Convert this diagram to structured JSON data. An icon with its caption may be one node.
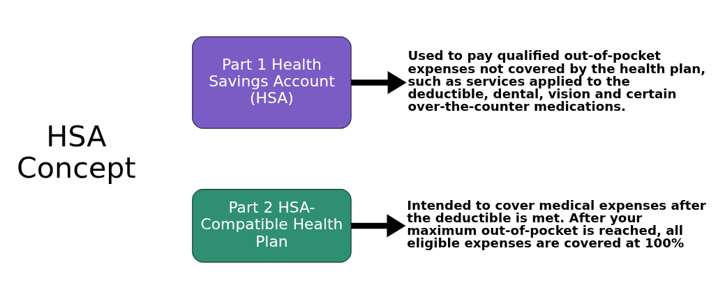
{
  "diagram": {
    "nodes": [
      {
        "text": [
          "Part 1 Health Savings Account (HSA)"
        ]
      },
      {
        "text": [
          "Part 2 HSA-Compatible Health Plan"
        ]
      },
      {
        "text": [
          "Used to pay qualified out-of-pocket expenses not covered by the health plan, such as services applied to the deductible, dental, vision and certain over-the-counter medications."
        ]
      },
      {
        "text": [
          "Intended to cover medical expenses after the deductible is met. After your maximum out-of-pocket is reached, all eligible expenses are covered at 100%"
        ]
      }
    ],
    "edges": [
      {
        "from": 0,
        "to": 2,
        "arrow": "to"
      },
      {
        "from": 1,
        "to": 3,
        "arrow": "to"
      }
    ],
    "labels": [
      "HSA Concept"
    ]
  }
}
